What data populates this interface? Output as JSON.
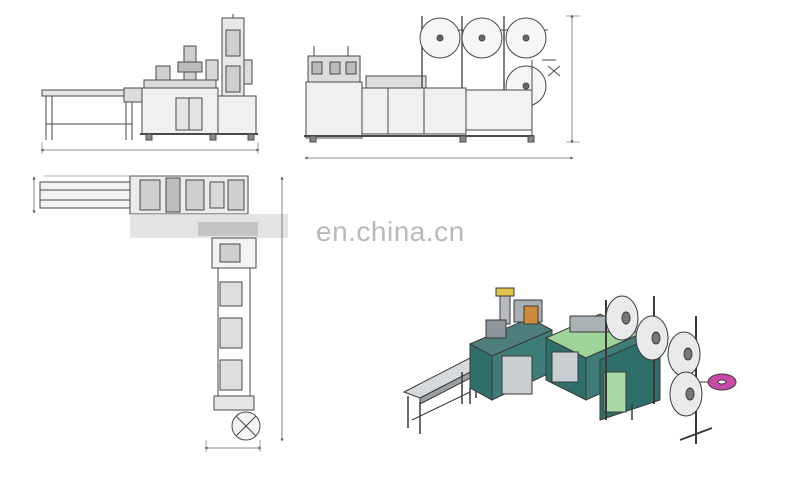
{
  "watermark": "en.china.cn",
  "colors": {
    "line": "#4a4a4a",
    "frame_teal": "#2f6f6a",
    "panel_green": "#9ed49a",
    "steel": "#b8bcc0",
    "reel_accent": "#c84aa8"
  },
  "views": {
    "front_elevation": {
      "name": "front-elevation-left"
    },
    "side_elevation": {
      "name": "front-elevation-right"
    },
    "plan_view": {
      "name": "plan-view"
    },
    "isometric": {
      "name": "isometric-render"
    }
  }
}
